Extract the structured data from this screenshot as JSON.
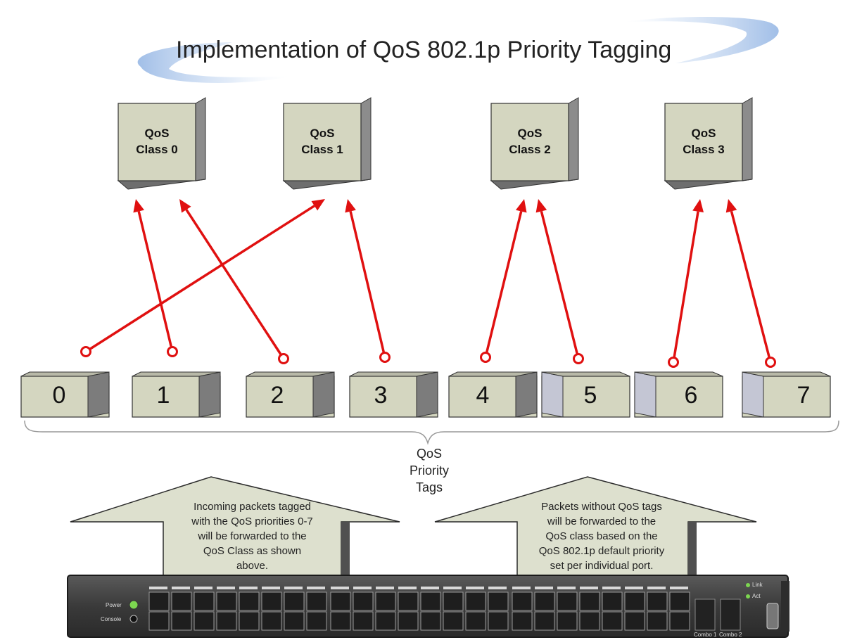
{
  "title": "Implementation of QoS 802.1p Priority Tagging",
  "qos_classes": [
    {
      "line1": "QoS",
      "line2": "Class 0"
    },
    {
      "line1": "QoS",
      "line2": "Class 1"
    },
    {
      "line1": "QoS",
      "line2": "Class 2"
    },
    {
      "line1": "QoS",
      "line2": "Class 3"
    }
  ],
  "priority_tags": [
    "0",
    "1",
    "2",
    "3",
    "4",
    "5",
    "6",
    "7"
  ],
  "tag_to_class": [
    1,
    0,
    0,
    1,
    2,
    2,
    3,
    3
  ],
  "tags_caption": {
    "line1": "QoS",
    "line2": "Priority",
    "line3": "Tags"
  },
  "left_note": {
    "l1": "Incoming packets tagged",
    "l2": "with the QoS priorities 0-7",
    "l3": "will be forwarded to the",
    "l4": "QoS Class as shown",
    "l5": "above."
  },
  "right_note": {
    "l1": "Packets without QoS tags",
    "l2": "will be forwarded to the",
    "l3": "QoS class based on the",
    "l4": "QoS 802.1p default priority",
    "l5": "set per individual port."
  },
  "switch": {
    "power_label": "Power",
    "console_label": "Console",
    "link_label": "Link",
    "act_label": "Act",
    "combo1_label": "Combo 1",
    "combo2_label": "Combo 2",
    "port_count": 48
  },
  "colors": {
    "box_face": "#d4d6c0",
    "box_side": "#8c8c8c",
    "arrow": "#e01010",
    "arrow_shape_fill": "#dde0ce",
    "switch_body": "#3c3c3c",
    "swoosh": "#8aaee0"
  }
}
